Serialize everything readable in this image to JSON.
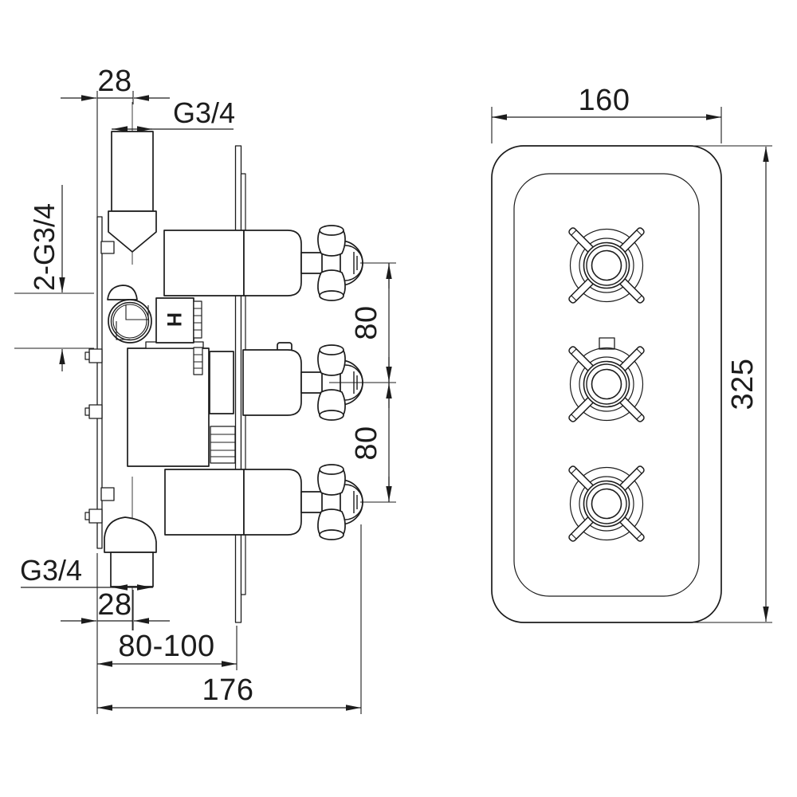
{
  "drawing": {
    "side_view": {
      "dim_top_offset": "28",
      "dim_top_thread": "G3/4",
      "dim_side_thread": "2-G3/4",
      "dim_spacing_upper": "80",
      "dim_spacing_lower": "80",
      "dim_bottom_thread": "G3/4",
      "dim_bottom_offset": "28",
      "dim_depth_range": "80-100",
      "dim_total_depth": "176",
      "hot_marking": "H"
    },
    "front_view": {
      "dim_width": "160",
      "dim_height": "325"
    },
    "colors": {
      "line": "#1c1c1c",
      "background": "#ffffff"
    }
  }
}
